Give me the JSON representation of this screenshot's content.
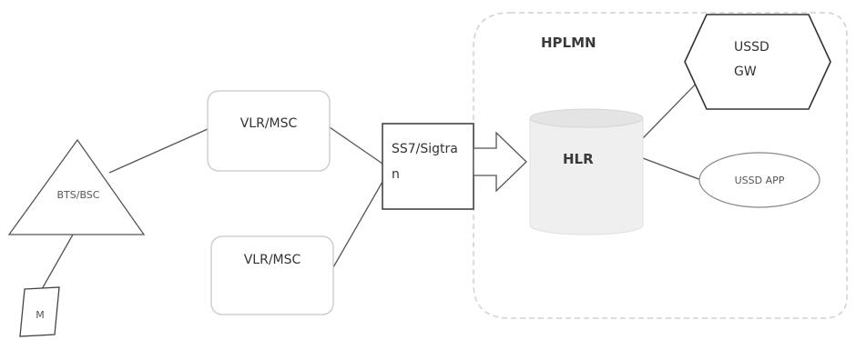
{
  "diagram": {
    "hplmn_label": "HPLMN",
    "bts_label": "BTS/BSC",
    "ms_label": "M",
    "vlr_top_label": "VLR/MSC",
    "vlr_bottom_label": "VLR/MSC",
    "ss7_label_line1": "SS7/Sigtra",
    "ss7_label_line2": "n",
    "hlr_label": "HLR",
    "ussd_gw_line1": "USSD",
    "ussd_gw_line2": "GW",
    "ussd_app_label": "USSD APP"
  },
  "colors": {
    "line": "#555555",
    "box_stroke": "#c8c8c8",
    "ss7_stroke": "#444444",
    "hlr_fill": "#ececec"
  }
}
